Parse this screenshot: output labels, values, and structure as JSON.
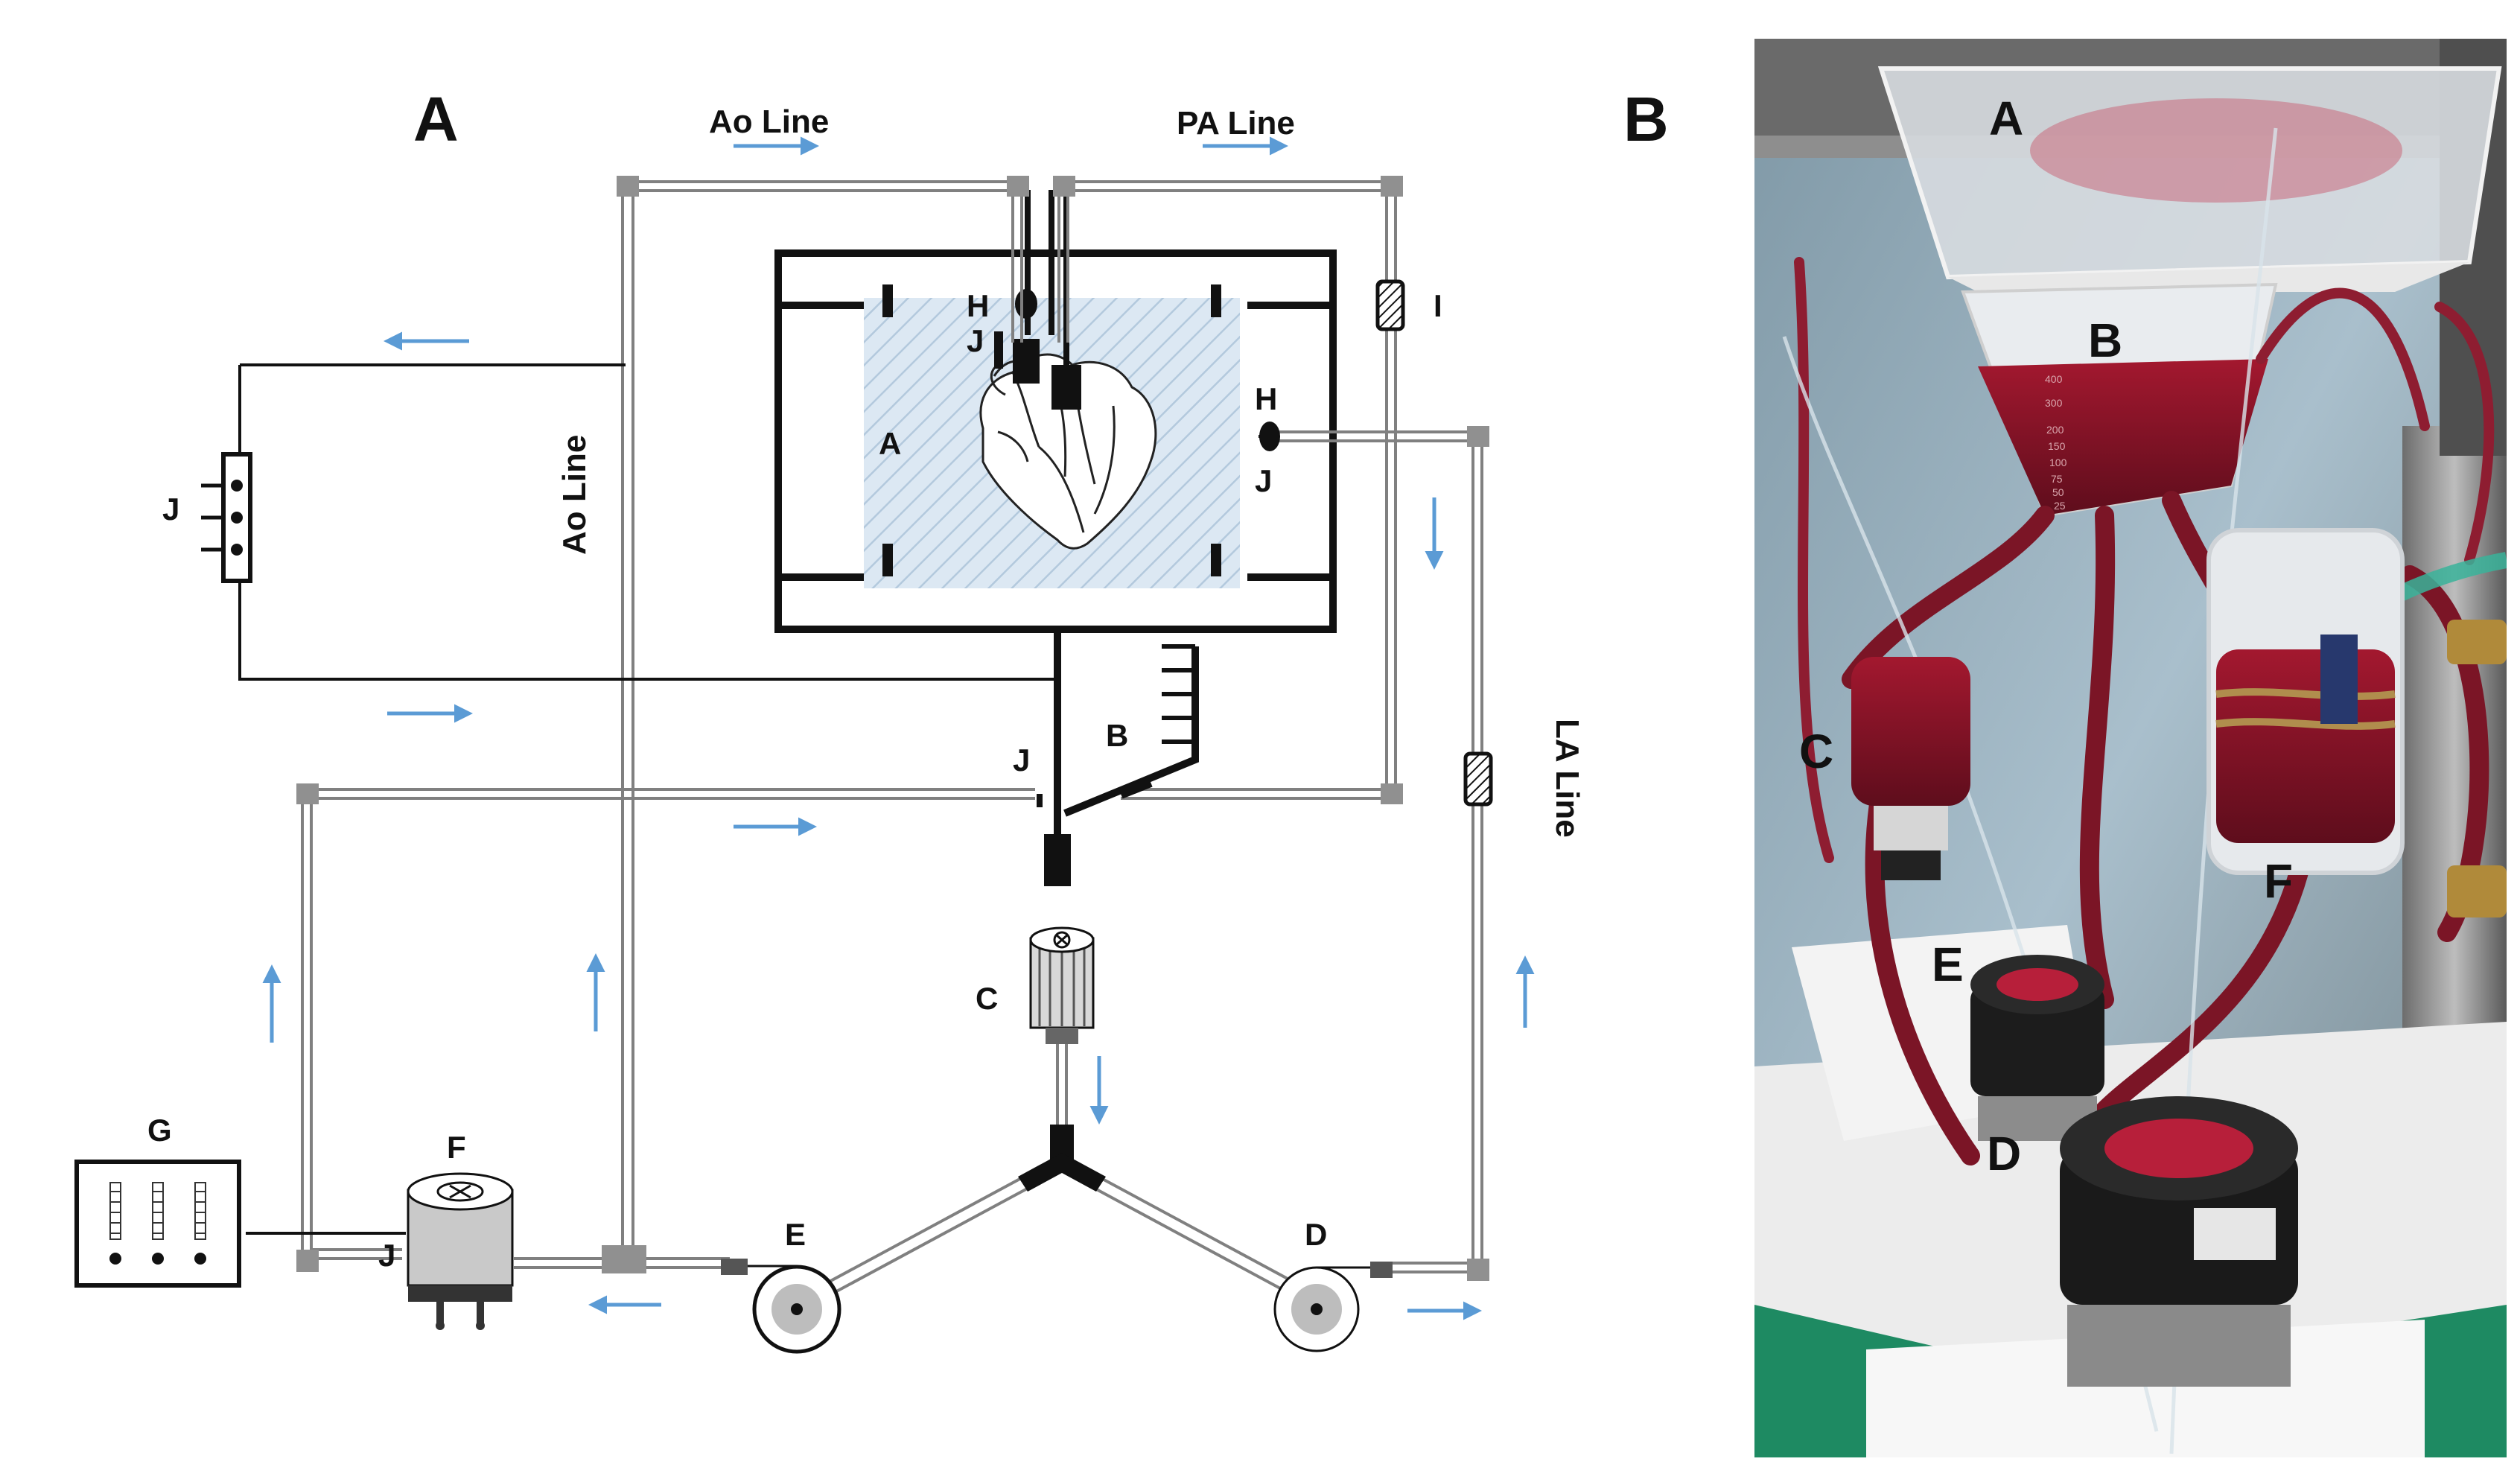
{
  "panels": {
    "a": "A",
    "b": "B"
  },
  "diagram": {
    "lines": {
      "ao_top": "Ao Line",
      "pa_top": "PA Line",
      "ao_vertical": "Ao Line",
      "la_vertical": "LA Line"
    },
    "labels": {
      "A": "A",
      "B": "B",
      "C": "C",
      "D": "D",
      "E": "E",
      "F": "F",
      "G": "G",
      "H": "H",
      "I": "I",
      "J": "J"
    },
    "colors": {
      "arrow": "#5b9bd5",
      "tube": "#808080",
      "connector": "#111111",
      "box_fill": "#dce8f3"
    }
  },
  "photo": {
    "labels": {
      "A": "A",
      "B": "B",
      "C": "C",
      "D": "D",
      "E": "E",
      "F": "F"
    },
    "reservoir_scale": [
      "400",
      "300",
      "200",
      "150",
      "100",
      "75",
      "50",
      "25"
    ],
    "colors": {
      "blood": "#8b1a2b",
      "background": "#9fb6c4",
      "drape": "#1e8a62"
    }
  }
}
